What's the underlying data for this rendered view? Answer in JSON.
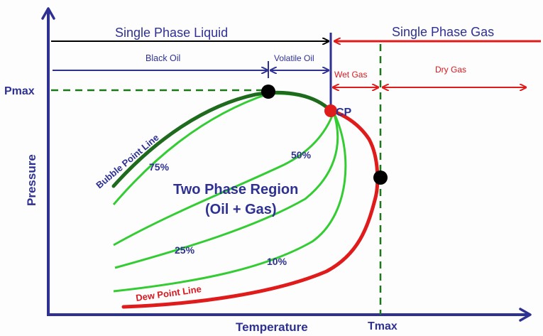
{
  "regions": {
    "liquid": "Single Phase Liquid",
    "gas": "Single Phase Gas",
    "black_oil": "Black Oil",
    "volatile_oil": "Volatile Oil",
    "wet_gas": "Wet Gas",
    "dry_gas": "Dry Gas"
  },
  "axes": {
    "pressure": "Pressure",
    "temperature": "Temperature",
    "pmax": "Pmax",
    "tmax": "Tmax"
  },
  "curves": {
    "bubble_point": "Bubble Point Line",
    "dew_point": "Dew Point Line",
    "critical_point": "CP"
  },
  "quality_lines": {
    "q75": "75%",
    "q50": "50%",
    "q25": "25%",
    "q10": "10%"
  },
  "two_phase": {
    "title": "Two Phase Region",
    "subtitle": "(Oil + Gas)"
  },
  "colors": {
    "axis": "#2e3192",
    "bubble_line": "#1e6b1e",
    "quality_line": "#33cc33",
    "dew_line": "#e01b1b",
    "guide_black": "#000000",
    "guide_green": "#1a7a1a"
  }
}
